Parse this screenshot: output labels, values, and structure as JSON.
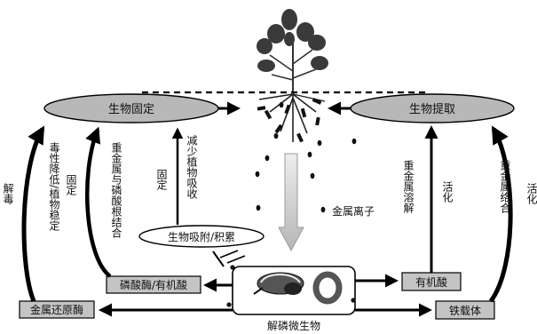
{
  "nodes": {
    "bio_fixation": "生物固定",
    "bio_extraction": "生物提取",
    "adsorption": "生物吸附/积累",
    "phosphatase": "磷酸酶/有机酸",
    "organic_acid": "有机酸",
    "metal_reductase": "金属还原酶",
    "siderophore": "铁载体",
    "psm": "解磷微生物"
  },
  "labels": {
    "metal_ions": "金属离子",
    "detox": "解毒",
    "toxicity": "毒性降低/植物稳定",
    "fix_left": "固定",
    "complex": "重金属与磷酸根结合",
    "fix_center": "固定",
    "reduce_uptake": "减少植物吸收",
    "dissolve": "重金属溶解",
    "activate_inner": "活化",
    "chelate": "重金属络合",
    "activate_outer": "活化"
  }
}
